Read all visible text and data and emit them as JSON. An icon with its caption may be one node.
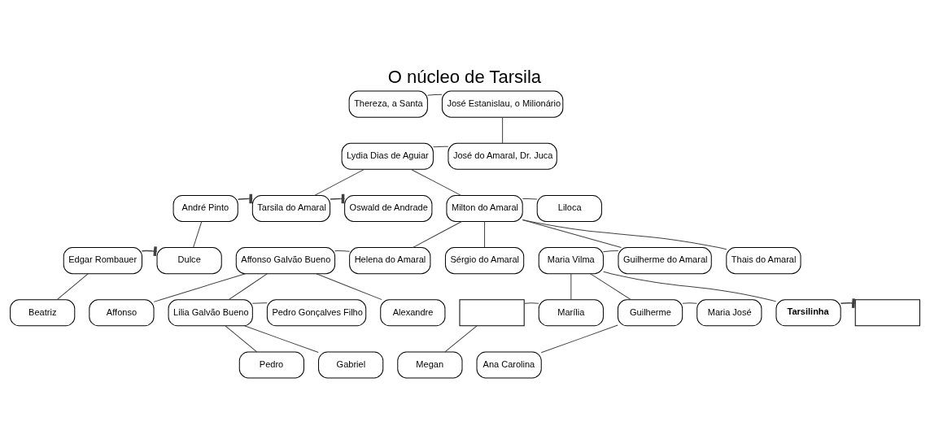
{
  "diagram": {
    "title": "O núcleo de Tarsila",
    "nodes": [
      {
        "text": [
          "Thereza, a Santa"
        ]
      },
      {
        "text": [
          "José Estanislau, o Milionário"
        ]
      },
      {
        "text": [
          "Lydia Dias de Aguiar"
        ]
      },
      {
        "text": [
          "José do Amaral, Dr. Juca"
        ]
      },
      {
        "text": [
          "André Pinto"
        ]
      },
      {
        "text": [
          "Tarsila do Amaral"
        ]
      },
      {
        "text": [
          "Oswald de Andrade"
        ]
      },
      {
        "text": [
          "Milton do Amaral"
        ]
      },
      {
        "text": [
          "Liloca"
        ]
      },
      {
        "text": [
          "Edgar Rombauer"
        ]
      },
      {
        "text": [
          "Dulce"
        ]
      },
      {
        "text": [
          "Affonso Galvão Bueno"
        ]
      },
      {
        "text": [
          "Helena do Amaral"
        ]
      },
      {
        "text": [
          "Sérgio do Amaral"
        ]
      },
      {
        "text": [
          "Maria Vilma"
        ]
      },
      {
        "text": [
          "Guilherme do Amaral"
        ]
      },
      {
        "text": [
          "Thais do Amaral"
        ]
      },
      {
        "text": [
          "Beatriz"
        ]
      },
      {
        "text": [
          "Affonso"
        ]
      },
      {
        "text": [
          "Lilia Galvão Bueno"
        ]
      },
      {
        "text": [
          "Pedro Gonçalves Filho"
        ]
      },
      {
        "text": [
          "Alexandre"
        ]
      },
      {
        "text": [],
        "shape": "box"
      },
      {
        "text": [
          "Marília"
        ]
      },
      {
        "text": [
          "Guilherme"
        ]
      },
      {
        "text": [
          "Maria José"
        ]
      },
      {
        "text": [
          "Tarsilinha"
        ]
      },
      {
        "text": [],
        "shape": "box"
      },
      {
        "text": [
          "Pedro"
        ]
      },
      {
        "text": [
          "Gabriel"
        ]
      },
      {
        "text": [
          "Megan"
        ]
      },
      {
        "text": [
          "Ana Carolina"
        ]
      }
    ],
    "edges": [
      {
        "from": 0,
        "to": 1,
        "arrow": "none"
      },
      {
        "from": 1,
        "to": 3,
        "arrow": "none"
      },
      {
        "from": 2,
        "to": 3,
        "arrow": "none"
      },
      {
        "from": 2,
        "to": 5,
        "arrow": "none"
      },
      {
        "from": 2,
        "to": 7,
        "arrow": "none"
      },
      {
        "from": 4,
        "to": 5,
        "arrow": "other"
      },
      {
        "from": 5,
        "to": 6,
        "arrow": "other"
      },
      {
        "from": 4,
        "to": 10,
        "arrow": "none"
      },
      {
        "from": 9,
        "to": 10,
        "arrow": "other"
      },
      {
        "from": 9,
        "to": 17,
        "arrow": "none"
      },
      {
        "from": 7,
        "to": 8,
        "arrow": "none"
      },
      {
        "from": 7,
        "to": 12,
        "arrow": "none"
      },
      {
        "from": 7,
        "to": 13,
        "arrow": "none"
      },
      {
        "from": 7,
        "to": 15,
        "arrow": "none"
      },
      {
        "from": 7,
        "to": 16,
        "arrow": "none"
      },
      {
        "from": 11,
        "to": 12,
        "arrow": "none"
      },
      {
        "from": 11,
        "to": 18,
        "arrow": "none"
      },
      {
        "from": 11,
        "to": 19,
        "arrow": "none"
      },
      {
        "from": 11,
        "to": 21,
        "arrow": "none"
      },
      {
        "from": 19,
        "to": 20,
        "arrow": "none"
      },
      {
        "from": 19,
        "to": 28,
        "arrow": "none"
      },
      {
        "from": 19,
        "to": 29,
        "arrow": "none"
      },
      {
        "from": 14,
        "to": 15,
        "arrow": "none"
      },
      {
        "from": 14,
        "to": 23,
        "arrow": "none"
      },
      {
        "from": 14,
        "to": 24,
        "arrow": "none"
      },
      {
        "from": 14,
        "to": 26,
        "arrow": "none"
      },
      {
        "from": 22,
        "to": 23,
        "arrow": "none"
      },
      {
        "from": 22,
        "to": 30,
        "arrow": "none"
      },
      {
        "from": 24,
        "to": 25,
        "arrow": "none"
      },
      {
        "from": 24,
        "to": 31,
        "arrow": "none"
      },
      {
        "from": 26,
        "to": 27,
        "arrow": "other"
      }
    ]
  }
}
